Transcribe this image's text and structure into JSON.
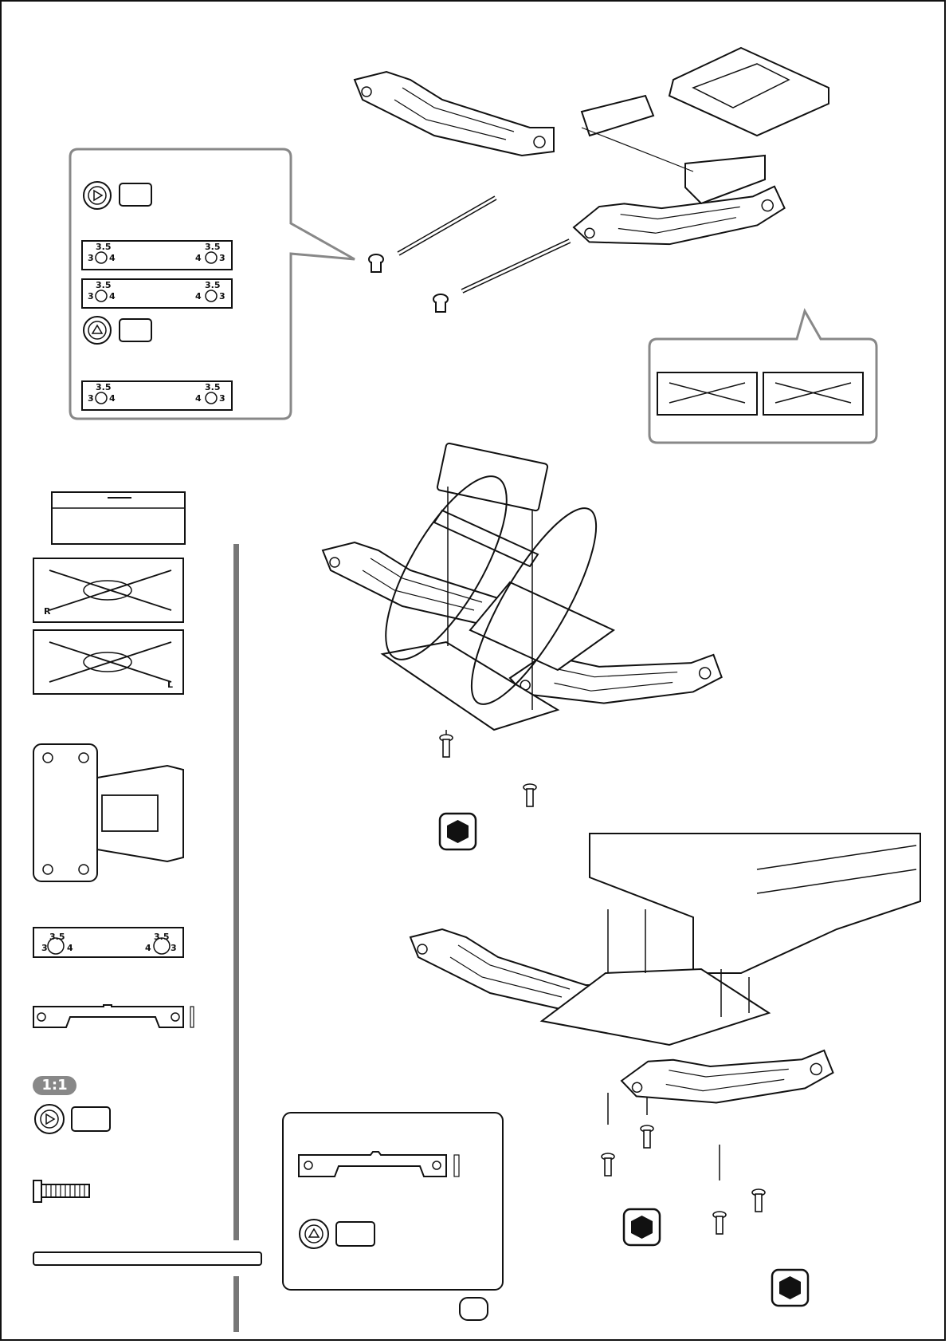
{
  "insert_labels": {
    "num_35": "3.5",
    "num_3": "3",
    "num_4": "4"
  },
  "arm_marks": {
    "right": "R",
    "left": "L"
  },
  "scale_badge": "1:1",
  "colors": {
    "line": "#111111",
    "callout_border": "#888888",
    "parts_bar": "#777777",
    "hex_fill": "#111111"
  },
  "icons": [
    "hex-wrench-icon",
    "pin-bushing-icon",
    "insert-arrow-icon"
  ]
}
